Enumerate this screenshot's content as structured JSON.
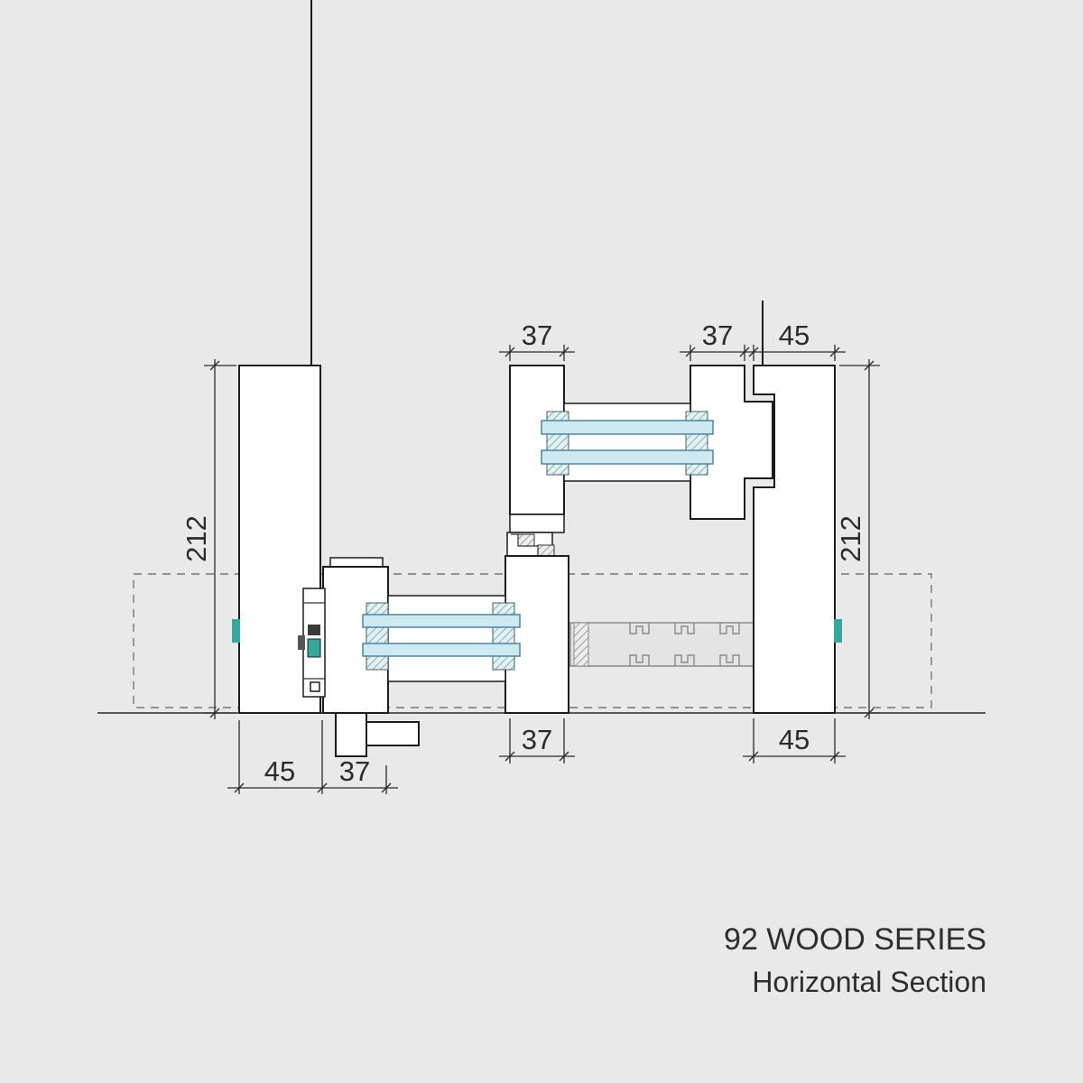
{
  "drawing": {
    "title": {
      "line1": "92 WOOD SERIES",
      "line2": "Horizontal Section"
    },
    "dimensions": {
      "top_sash": "37",
      "top_fixed": "37",
      "top_frame": "45",
      "left_overall": "212",
      "right_overall": "212",
      "bottom_interlock": "37",
      "bottom_frame_right": "45",
      "bottom_frame_left": "45",
      "bottom_sash_left": "37"
    },
    "colors": {
      "background": "#e9e9e9",
      "outline": "#1c1c1c",
      "profile_fill": "#ffffff",
      "glass_fill": "#cfe9f2",
      "glass_stroke": "#4a86a0",
      "seal": "#35a79c",
      "dimension": "#2b2b2b",
      "dashed": "#767676",
      "title_text": "#2e2e2e"
    }
  }
}
